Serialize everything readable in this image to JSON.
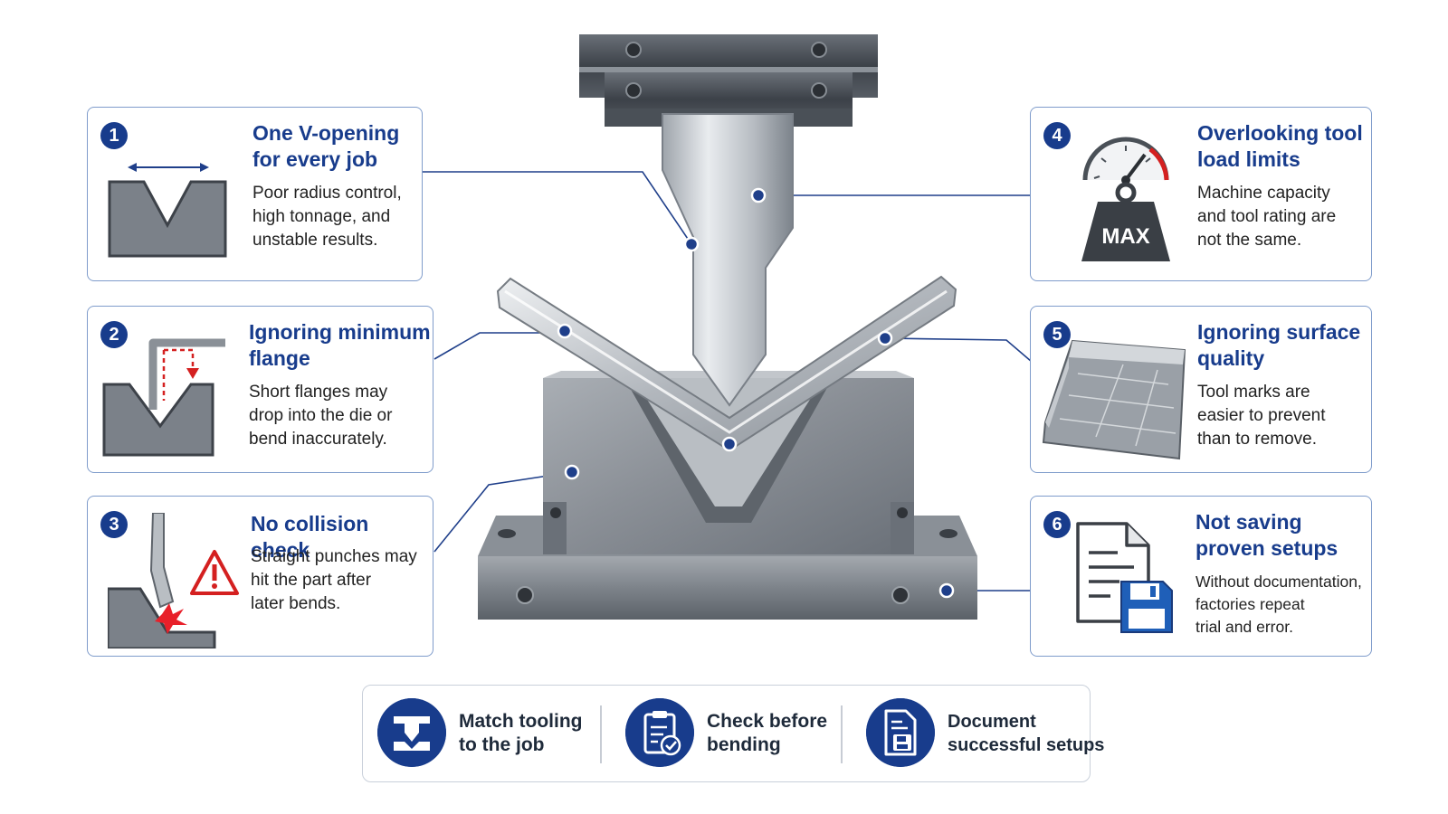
{
  "colors": {
    "accent": "#183c8c",
    "card_border": "#7f9ccb",
    "warning_red": "#d42020",
    "steel_dark": "#50565e",
    "steel_light": "#c9ced4"
  },
  "cards": [
    {
      "number": "1",
      "title_lines": [
        "One V-opening",
        "for every job"
      ],
      "desc_lines": [
        "Poor radius control,",
        "high tonnage, and",
        "unstable results."
      ]
    },
    {
      "number": "2",
      "title_lines": [
        "Ignoring minimum",
        "flange"
      ],
      "desc_lines": [
        "Short flanges may",
        "drop into the die or",
        "bend inaccurately."
      ]
    },
    {
      "number": "3",
      "title_lines": [
        "No collision check"
      ],
      "desc_lines": [
        "Straight punches may",
        "hit the part after",
        "later bends."
      ]
    },
    {
      "number": "4",
      "title_lines": [
        "Overlooking tool",
        "load limits"
      ],
      "desc_lines": [
        "Machine capacity",
        "and tool rating are",
        "not the same."
      ],
      "weight_label": "MAX"
    },
    {
      "number": "5",
      "title_lines": [
        "Ignoring surface",
        "quality"
      ],
      "desc_lines": [
        "Tool marks are",
        "easier to prevent",
        "than to remove."
      ]
    },
    {
      "number": "6",
      "title_lines": [
        "Not saving",
        "proven setups"
      ],
      "desc_lines": [
        "Without documentation,",
        "factories repeat",
        "trial and error."
      ]
    }
  ],
  "tips": [
    {
      "label_lines": [
        "Match tooling",
        "to the job"
      ],
      "icon": "tooling-icon"
    },
    {
      "label_lines": [
        "Check before",
        "bending"
      ],
      "icon": "clipboard-check-icon"
    },
    {
      "label_lines": [
        "Document",
        "successful setups"
      ],
      "icon": "save-document-icon"
    }
  ],
  "icons": [
    "v-die-icon",
    "flange-icon",
    "collision-icon",
    "gauge-icon",
    "weight-icon",
    "metal-sheet-icon",
    "document-icon",
    "floppy-disk-icon",
    "warning-icon"
  ]
}
